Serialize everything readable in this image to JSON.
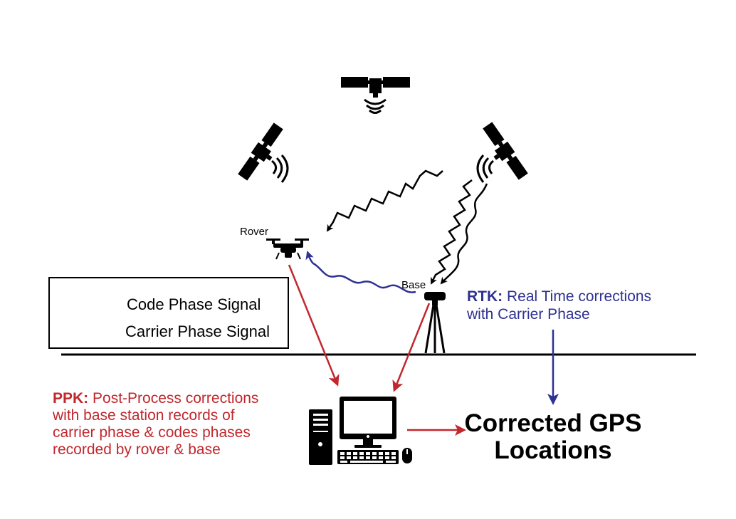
{
  "labels": {
    "rover": "Rover",
    "base": "Base"
  },
  "legend": {
    "code_phase": "Code Phase Signal",
    "carrier_phase": "Carrier Phase Signal"
  },
  "rtk": {
    "prefix": "RTK:",
    "line1_rest": " Real Time corrections",
    "line2": "with Carrier Phase"
  },
  "ppk": {
    "prefix": "PPK:",
    "line1_rest": " Post-Process corrections",
    "line2": "with base station records of",
    "line3": "carrier phase & codes phases",
    "line4": "recorded by rover & base"
  },
  "result": {
    "line1": "Corrected GPS",
    "line2": "Locations"
  },
  "colors": {
    "ppk_red": "#c1272d",
    "rtk_blue": "#2e3192",
    "ink": "#000000"
  }
}
